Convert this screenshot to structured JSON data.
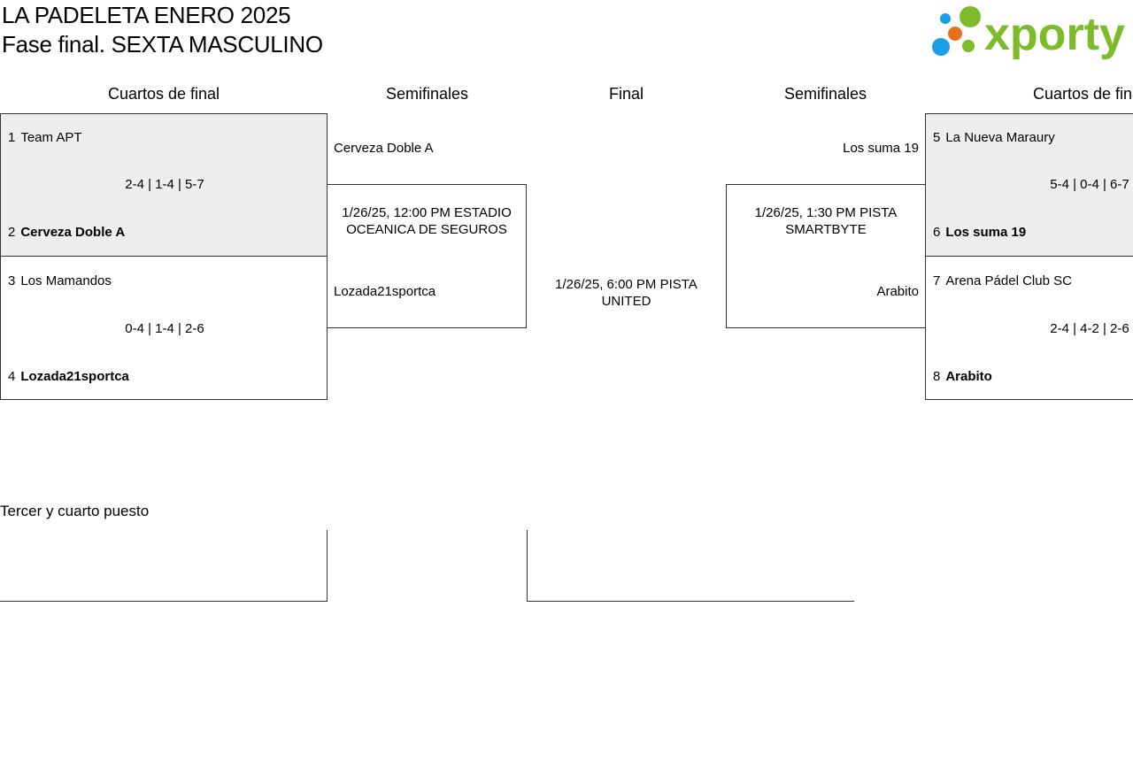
{
  "header": {
    "title_line1": "LA PADELETA ENERO 2025",
    "title_line2": "Fase final. SEXTA MASCULINO",
    "logo_text": "xporty",
    "logo_colors": {
      "green": "#7dbb2b",
      "blue": "#1a9ee6",
      "orange": "#e8701a"
    }
  },
  "columns": {
    "left_qf": "Cuartos de final",
    "left_sf": "Semifinales",
    "final": "Final",
    "right_sf": "Semifinales",
    "right_qf": "Cuartos de final"
  },
  "left_qf": [
    {
      "team1": {
        "seed": "1",
        "name": "Team APT",
        "winner": false
      },
      "team2": {
        "seed": "2",
        "name": "Cerveza Doble A",
        "winner": true
      },
      "score": "2-4 | 1-4 | 5-7"
    },
    {
      "team1": {
        "seed": "3",
        "name": "Los Mamandos",
        "winner": false
      },
      "team2": {
        "seed": "4",
        "name": "Lozada21sportca",
        "winner": true
      },
      "score": "0-4 | 1-4 | 2-6"
    }
  ],
  "left_sf": {
    "team_top": "Cerveza Doble A",
    "team_bottom": "Lozada21sportca",
    "schedule": "1/26/25, 12:00 PM ESTADIO OCEANICA DE SEGUROS"
  },
  "final": {
    "schedule": "1/26/25, 6:00 PM PISTA UNITED"
  },
  "right_sf": {
    "team_top": "Los suma 19",
    "team_bottom": "Arabito",
    "schedule": "1/26/25, 1:30 PM PISTA SMARTBYTE"
  },
  "right_qf": [
    {
      "team1": {
        "seed": "5",
        "name": "La Nueva Maraury",
        "winner": false
      },
      "team2": {
        "seed": "6",
        "name": "Los suma 19",
        "winner": true
      },
      "score": "5-4 | 0-4 | 6-7"
    },
    {
      "team1": {
        "seed": "7",
        "name": "Arena Pádel Club SC",
        "winner": false
      },
      "team2": {
        "seed": "8",
        "name": "Arabito",
        "winner": true
      },
      "score": "2-4 | 4-2 | 2-6"
    }
  ],
  "third_place": {
    "title": "Tercer y cuarto puesto"
  }
}
